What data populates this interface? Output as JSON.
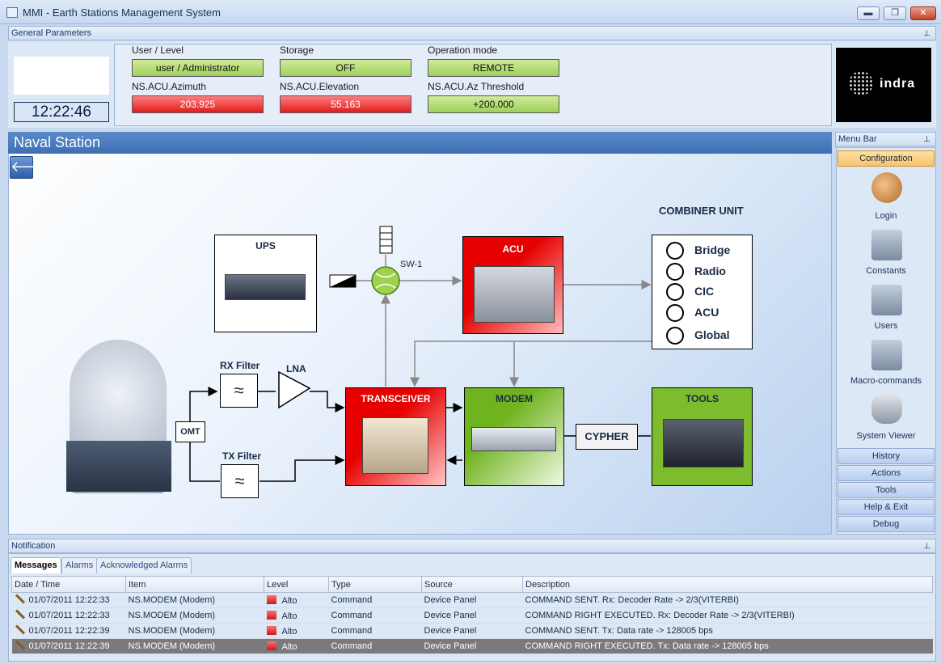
{
  "window": {
    "title": "MMI - Earth Stations Management System",
    "minimize": "▬",
    "maximize": "❐",
    "close": "✕"
  },
  "general_parameters": {
    "header": "General Parameters",
    "clock": "12:22:46",
    "labels": {
      "user_level": "User / Level",
      "storage": "Storage",
      "operation_mode": "Operation mode",
      "azimuth": "NS.ACU.Azimuth",
      "elevation": "NS.ACU.Elevation",
      "az_threshold": "NS.ACU.Az Threshold"
    },
    "values": {
      "user_level": "user / Administrator",
      "storage": "OFF",
      "operation_mode": "REMOTE",
      "azimuth": "203.925",
      "elevation": "55.163",
      "az_threshold": "+200.000"
    },
    "logo_text": "indra"
  },
  "station": {
    "title": "Naval Station",
    "back": "🡐"
  },
  "diagram": {
    "ups": "UPS",
    "sw": "SW-1",
    "acu": "ACU",
    "combiner_title": "COMBINER UNIT",
    "combiner_items": [
      "Bridge",
      "Radio",
      "CIC",
      "ACU",
      "Global"
    ],
    "rx_filter": "RX Filter",
    "tx_filter": "TX Filter",
    "lna": "LNA",
    "omt": "OMT",
    "transceiver": "TRANSCEIVER",
    "modem": "MODEM",
    "cypher": "CYPHER",
    "tools": "TOOLS",
    "filter_glyph": "≈"
  },
  "menu": {
    "header": "Menu Bar",
    "configuration": "Configuration",
    "icon_items": [
      {
        "label": "Login",
        "icon": "users-icon"
      },
      {
        "label": "Constants",
        "icon": "gear-folder-icon"
      },
      {
        "label": "Users",
        "icon": "user-folder-icon"
      },
      {
        "label": "Macro-commands",
        "icon": "lightning-folder-icon"
      },
      {
        "label": "System Viewer",
        "icon": "database-icon"
      }
    ],
    "buttons": [
      "History",
      "Actions",
      "Tools",
      "Help & Exit",
      "Debug"
    ]
  },
  "notification": {
    "header": "Notification",
    "tabs": [
      "Messages",
      "Alarms",
      "Acknowledged Alarms"
    ],
    "columns": [
      "Date / Time",
      "Item",
      "Level",
      "Type",
      "Source",
      "Description"
    ],
    "rows": [
      {
        "datetime": "01/07/2011 12:22:33",
        "item": "NS.MODEM (Modem)",
        "level": "Alto",
        "type": "Command",
        "source": "Device Panel",
        "description": "COMMAND SENT. Rx: Decoder Rate -> 2/3(VITERBI)"
      },
      {
        "datetime": "01/07/2011 12:22:33",
        "item": "NS.MODEM (Modem)",
        "level": "Alto",
        "type": "Command",
        "source": "Device Panel",
        "description": "COMMAND RIGHT EXECUTED. Rx: Decoder Rate -> 2/3(VITERBI)"
      },
      {
        "datetime": "01/07/2011 12:22:39",
        "item": "NS.MODEM (Modem)",
        "level": "Alto",
        "type": "Command",
        "source": "Device Panel",
        "description": "COMMAND SENT. Tx: Data rate -> 128005 bps"
      },
      {
        "datetime": "01/07/2011 12:22:39",
        "item": "NS.MODEM (Modem)",
        "level": "Alto",
        "type": "Command",
        "source": "Device Panel",
        "description": "COMMAND RIGHT EXECUTED. Tx: Data rate -> 128005 bps"
      }
    ]
  },
  "colors": {
    "alarm_red": "#e01d1d",
    "ok_green": "#9fd05a",
    "accent_blue": "#3e6fb4"
  }
}
